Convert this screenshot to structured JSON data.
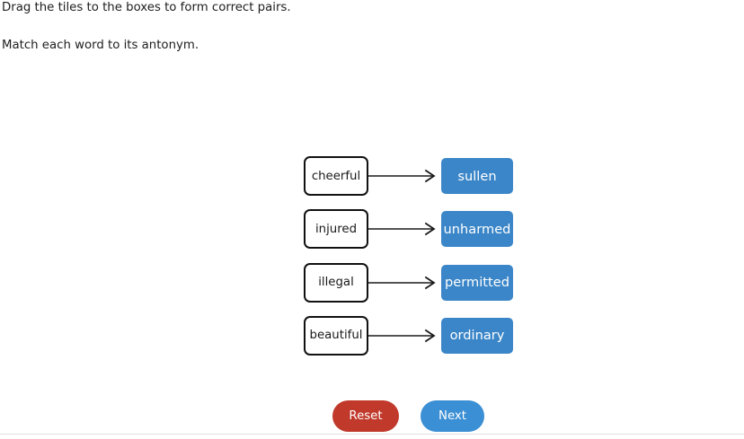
{
  "instructions": {
    "line1": "Drag the tiles to the boxes to form correct pairs.",
    "line2": "Match each word to its antonym."
  },
  "exercise": {
    "type": "antonym-matching",
    "pairs": [
      {
        "prompt": "cheerful",
        "answer": "sullen"
      },
      {
        "prompt": "injured",
        "answer": "unharmed"
      },
      {
        "prompt": "illegal",
        "answer": "permitted"
      },
      {
        "prompt": "beautiful",
        "answer": "ordinary"
      }
    ]
  },
  "buttons": {
    "reset": "Reset",
    "next": "Next"
  },
  "colors": {
    "tile_blue": "#3b86c8",
    "next_blue": "#3b8fd4",
    "reset_red": "#c0392b",
    "box_border": "#111111",
    "arrow": "#1a1a1a",
    "background": "#ffffff",
    "divider": "#e2e2e2"
  }
}
